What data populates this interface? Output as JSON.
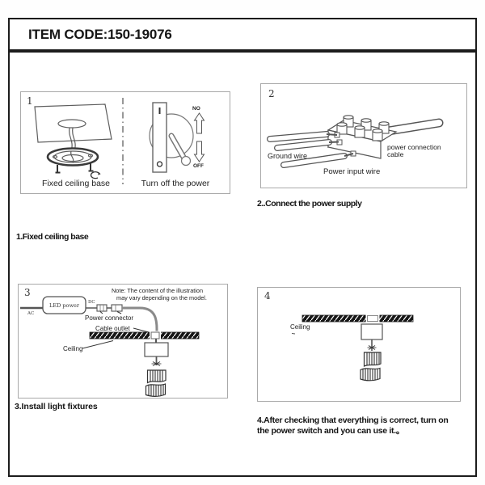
{
  "header": {
    "item_code": "ITEM CODE:150-19076"
  },
  "steps": {
    "step1_caption": "1.Fixed ceiling base",
    "step2_caption": "2..Connect the power supply",
    "step3_caption": "3.Install light fixtures",
    "step4_caption_line1": "4.After checking that everything is correct, turn on",
    "step4_caption_line2": "the power switch and you can use it.。"
  },
  "panel1": {
    "number": "1",
    "label_fixed_base": "Fixed ceiling base",
    "label_turn_off": "Turn off the power",
    "switch_no": "NO",
    "switch_off": "OFF"
  },
  "panel2": {
    "number": "2",
    "label_ground_wire": "Ground wire",
    "label_power_input": "Power input wire",
    "label_connection_line1": "power connection",
    "label_connection_line2": "cable"
  },
  "panel3": {
    "number": "3",
    "note_line1": "Note: The content of the illustration",
    "note_line2": "may vary depending on the model.",
    "label_led_power": "LED power",
    "label_ac": "AC",
    "label_dc": "DC",
    "label_power_connector": "Power connector",
    "label_cable_outlet": "Cable outlet",
    "label_ceiling": "Ceiling"
  },
  "panel4": {
    "number": "4",
    "label_ceiling": "Ceiling"
  },
  "colors": {
    "ink": "#1c1c1c",
    "drawing_gray": "#5d5d5d",
    "panel_border": "#a9a9a9",
    "ceiling_fill": "#161616"
  }
}
